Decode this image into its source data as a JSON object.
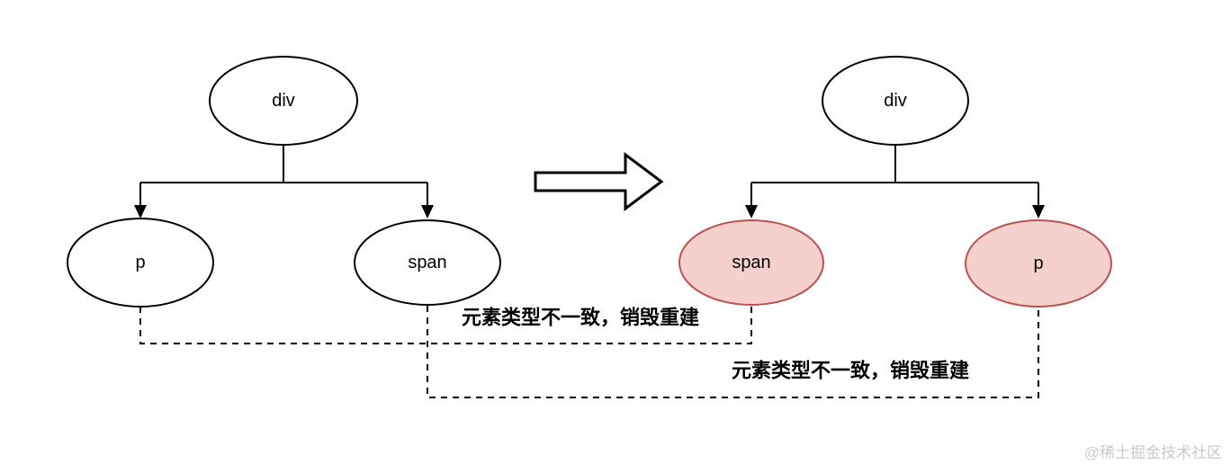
{
  "diagram": {
    "trees": {
      "before": {
        "root": "div",
        "child_left": "p",
        "child_right": "span"
      },
      "after": {
        "root": "div",
        "child_left": "span",
        "child_right": "p"
      }
    },
    "annotations": {
      "first": "元素类型不一致，销毁重建",
      "second": "元素类型不一致，销毁重建"
    },
    "watermark": "@稀土掘金技术社区",
    "colors": {
      "background": "#ffffff",
      "node_fill": "#ffffff",
      "node_stroke": "#000000",
      "changed_node_fill": "#f5d0cd",
      "changed_node_stroke": "#b85450",
      "line": "#000000",
      "annotation_text": "#000000",
      "watermark_text": "#c9c9c9"
    }
  }
}
